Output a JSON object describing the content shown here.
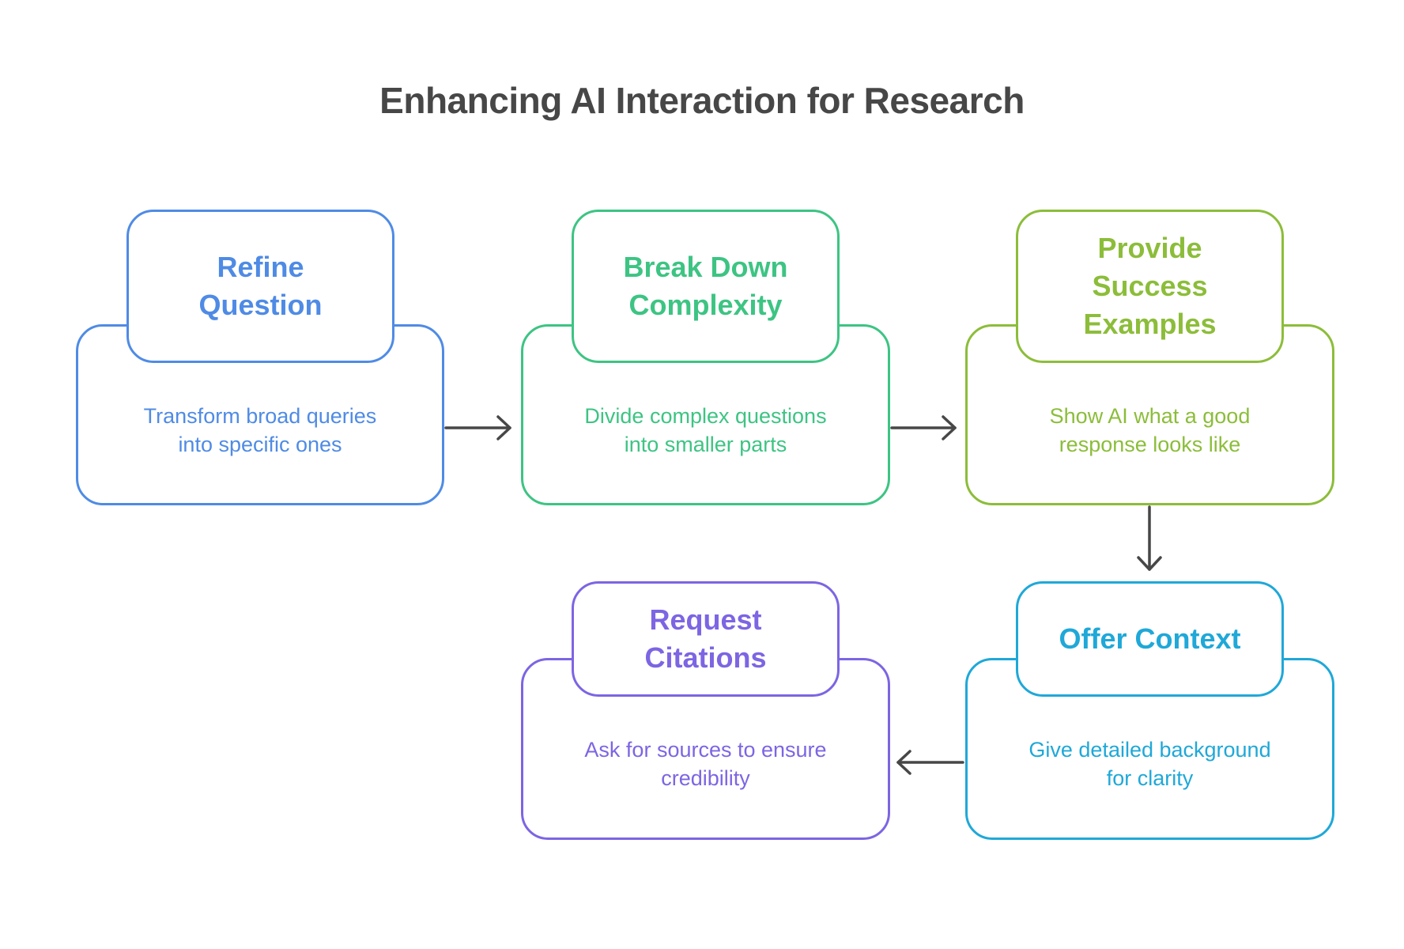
{
  "title": "Enhancing AI Interaction for Research",
  "steps": [
    {
      "heading_lines": [
        "Refine",
        "Question"
      ],
      "description_lines": [
        "Transform broad queries",
        "into specific ones"
      ],
      "color": "#4f8be5"
    },
    {
      "heading_lines": [
        "Break Down",
        "Complexity"
      ],
      "description_lines": [
        "Divide complex questions",
        "into smaller parts"
      ],
      "color": "#3dc483"
    },
    {
      "heading_lines": [
        "Provide",
        "Success",
        "Examples"
      ],
      "description_lines": [
        "Show AI what a good",
        "response looks like"
      ],
      "color": "#8cbd3a"
    },
    {
      "heading_lines": [
        "Offer Context"
      ],
      "description_lines": [
        "Give detailed background",
        "for clarity"
      ],
      "color": "#1fa8d8"
    },
    {
      "heading_lines": [
        "Request",
        "Citations"
      ],
      "description_lines": [
        "Ask for sources to ensure",
        "credibility"
      ],
      "color": "#7d65e3"
    }
  ],
  "arrow_color": "#474747"
}
